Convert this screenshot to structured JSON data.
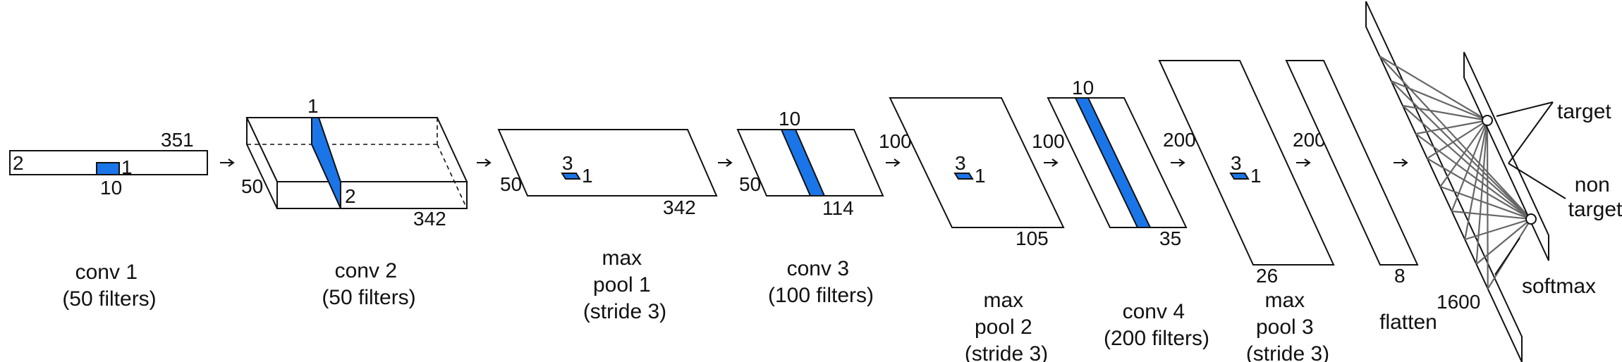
{
  "colors": {
    "kernel": "#1a75e8",
    "stroke": "#111111",
    "connection": "#666666"
  },
  "layers": [
    {
      "id": "conv1",
      "caption": [
        "conv 1",
        "(50 filters)"
      ],
      "dims": {
        "depth": "2",
        "width": "351",
        "kernel_h": "1",
        "kernel_w": "10"
      }
    },
    {
      "id": "conv2",
      "caption": [
        "conv 2",
        "(50 filters)"
      ],
      "dims": {
        "depth": "50",
        "width": "342",
        "kernel_top": "1",
        "kernel_side": "2"
      }
    },
    {
      "id": "maxpool1",
      "caption": [
        "max",
        "pool 1",
        "(stride 3)"
      ],
      "dims": {
        "depth": "50",
        "width": "342",
        "kernel_w": "3",
        "kernel_h": "1"
      }
    },
    {
      "id": "conv3",
      "caption": [
        "conv 3",
        "(100 filters)"
      ],
      "dims": {
        "depth": "50",
        "width": "114",
        "kernel_top": "10"
      }
    },
    {
      "id": "maxpool2",
      "caption": [
        "max",
        "pool 2",
        "(stride 3)"
      ],
      "dims": {
        "depth": "100",
        "width": "105",
        "kernel_w": "3",
        "kernel_h": "1"
      }
    },
    {
      "id": "conv4",
      "caption": [
        "conv 4",
        "(200 filters)"
      ],
      "dims": {
        "depth": "100",
        "width": "35",
        "kernel_top": "10"
      }
    },
    {
      "id": "maxpool3",
      "caption": [
        "max",
        "pool 3",
        "(stride 3)"
      ],
      "dims": {
        "depth": "200",
        "width": "26",
        "kernel_w": "3",
        "kernel_h": "1"
      }
    },
    {
      "id": "flatten",
      "caption": [
        "flatten"
      ],
      "dims": {
        "depth": "200",
        "width": "8",
        "size": "1600"
      }
    }
  ],
  "output": {
    "target_label": "target",
    "non_target_label": [
      "non",
      "target"
    ],
    "softmax_label": "softmax"
  }
}
